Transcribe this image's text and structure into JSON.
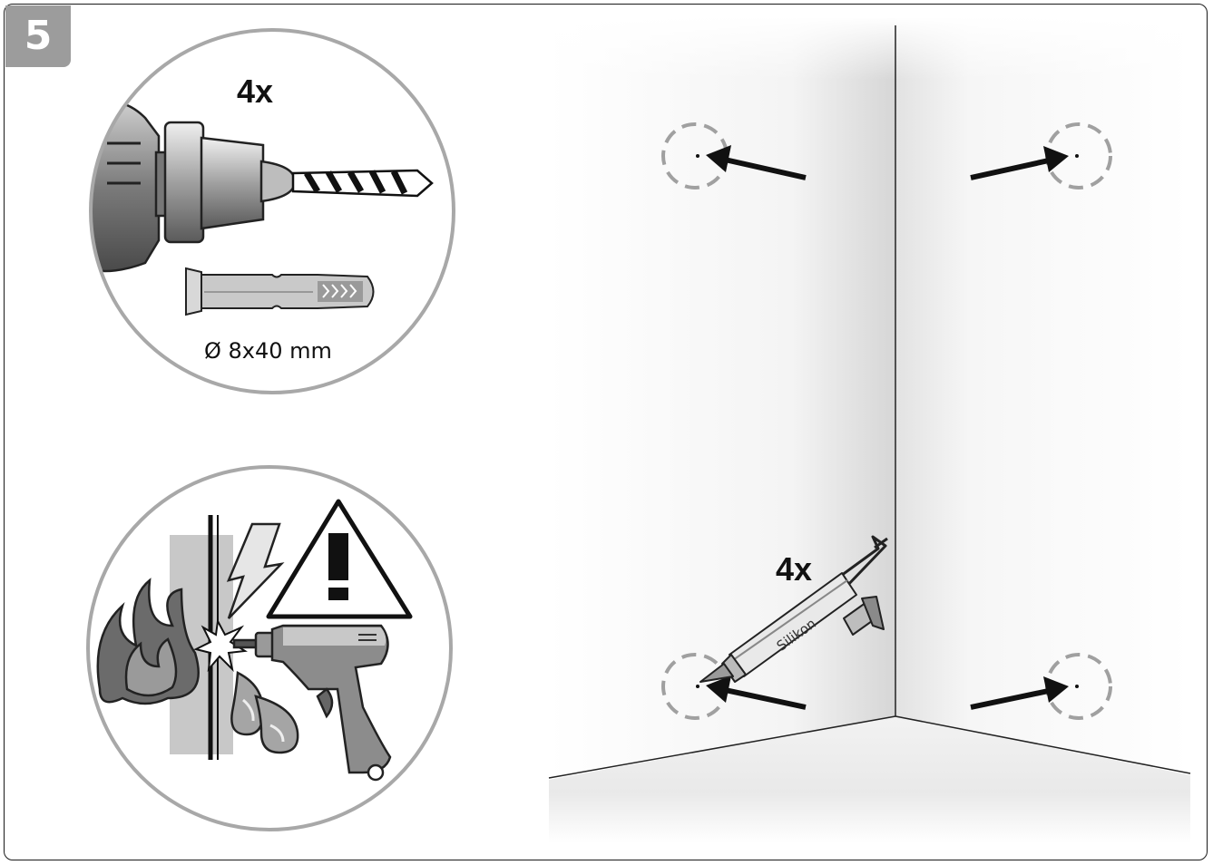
{
  "step": {
    "number": "5"
  },
  "drill_panel": {
    "quantity_label": "4x",
    "anchor_spec": "Ø 8x40 mm"
  },
  "wall_panel": {
    "quantity_label": "4x",
    "silicone_label": "Silikon"
  },
  "warning_panel": {
    "icon": "warning-triangle-icon"
  },
  "colors": {
    "badge": "#9c9c9c",
    "outline": "#1a1a1a",
    "circle_stroke": "#a8a8a8",
    "arrow": "#111111"
  }
}
